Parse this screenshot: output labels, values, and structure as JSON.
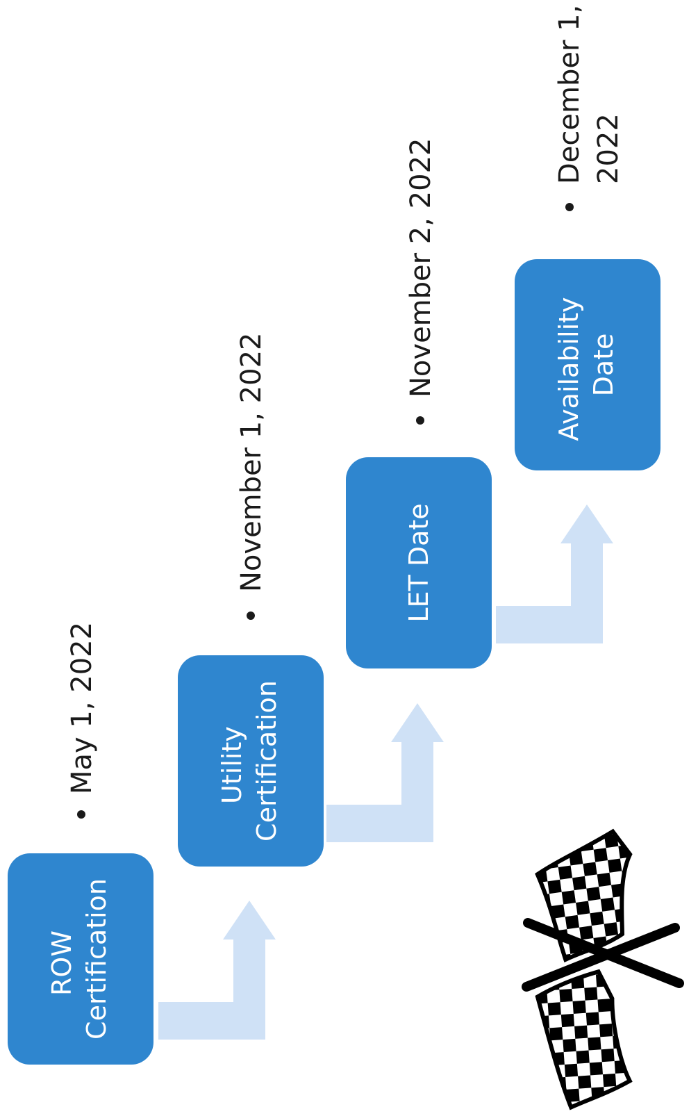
{
  "steps": [
    {
      "label_lines": [
        "ROW",
        "Certification"
      ],
      "date_lines": [
        "May 1, 2022"
      ]
    },
    {
      "label_lines": [
        "Utility",
        "Certification"
      ],
      "date_lines": [
        "November 1, 2022"
      ]
    },
    {
      "label_lines": [
        "LET Date"
      ],
      "date_lines": [
        "November 2, 2022"
      ]
    },
    {
      "label_lines": [
        "Availability",
        "Date"
      ],
      "date_lines": [
        "December 1,",
        "2022"
      ]
    }
  ],
  "colors": {
    "box": "#2f86cf",
    "box_text": "#ffffff",
    "arrow": "#cfe1f6",
    "text": "#1a1a1a",
    "flag": "#000000"
  },
  "icons": {
    "finish": "checkered-flags-icon"
  }
}
